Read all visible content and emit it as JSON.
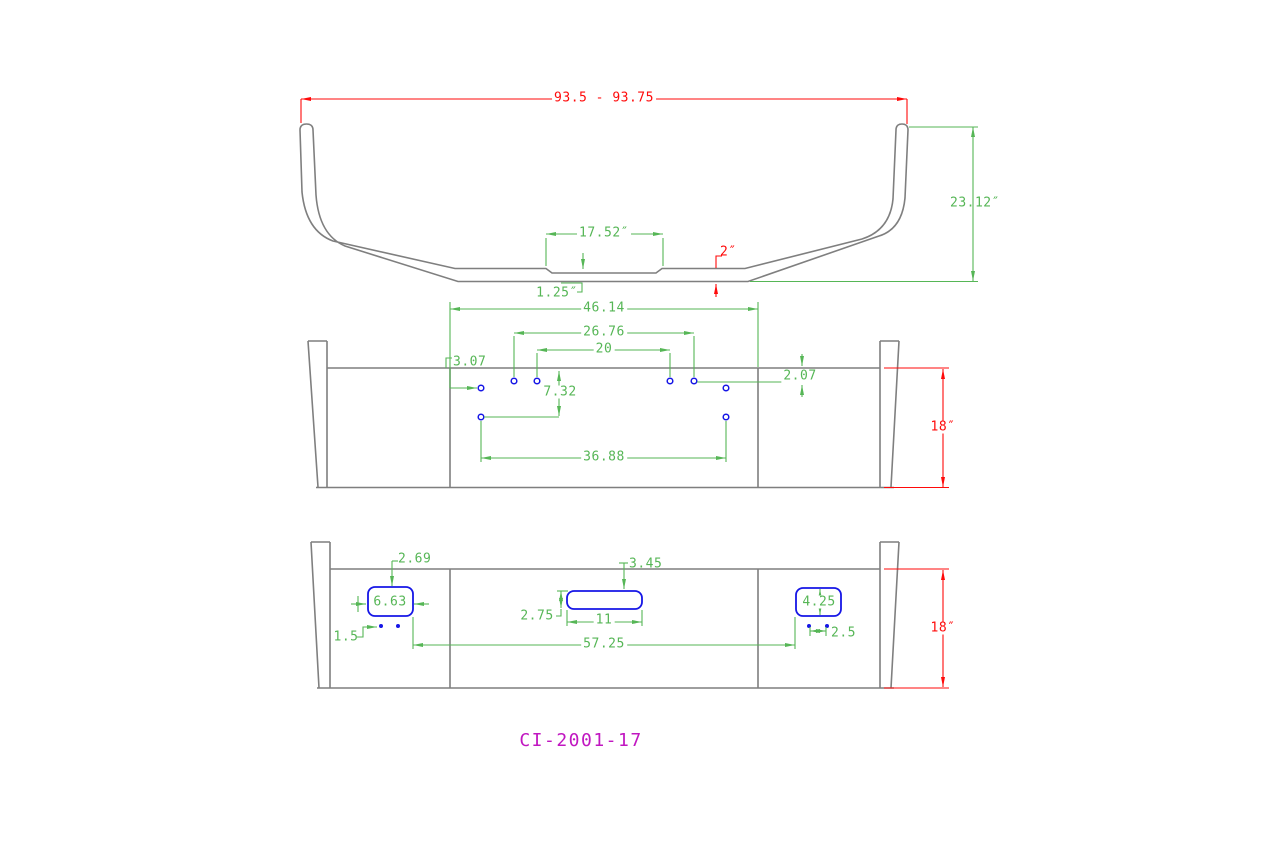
{
  "part_number": "CI-2001-17",
  "colors": {
    "outline_gray": "#7f7f7f",
    "dimension_green": "#56b656",
    "dimension_red": "#ff0a0a",
    "feature_blue": "#1616e6",
    "title_magenta": "#c117c1",
    "background": "#ffffff"
  },
  "views": {
    "top_profile": {
      "dims": {
        "overall_width": "93.5 - 93.75",
        "end_height": "23.12″",
        "recess_width": "17.52″",
        "recess_depth": "1.25″",
        "profile_step": "2″"
      }
    },
    "front": {
      "dims": {
        "center_section_width": "46.14",
        "hole_span_outer": "26.76",
        "hole_span_inner": "20",
        "edge_to_hole": "3.07",
        "top_to_hole_row": "2.07",
        "top_to_lower_holes": "7.32",
        "lower_hole_span": "36.88",
        "height": "18″"
      }
    },
    "bottom": {
      "dims": {
        "left_slot_top_offset": "2.69",
        "center_slot_top_offset": "3.45",
        "left_slot_width": "6.63",
        "center_slot_height": "2.75",
        "center_slot_width": "11",
        "left_dots_offset": "1.5",
        "right_dots_spacing": "2.5",
        "slot_to_slot_span": "57.25",
        "right_slot_height": "4.25",
        "height": "18″"
      }
    }
  }
}
